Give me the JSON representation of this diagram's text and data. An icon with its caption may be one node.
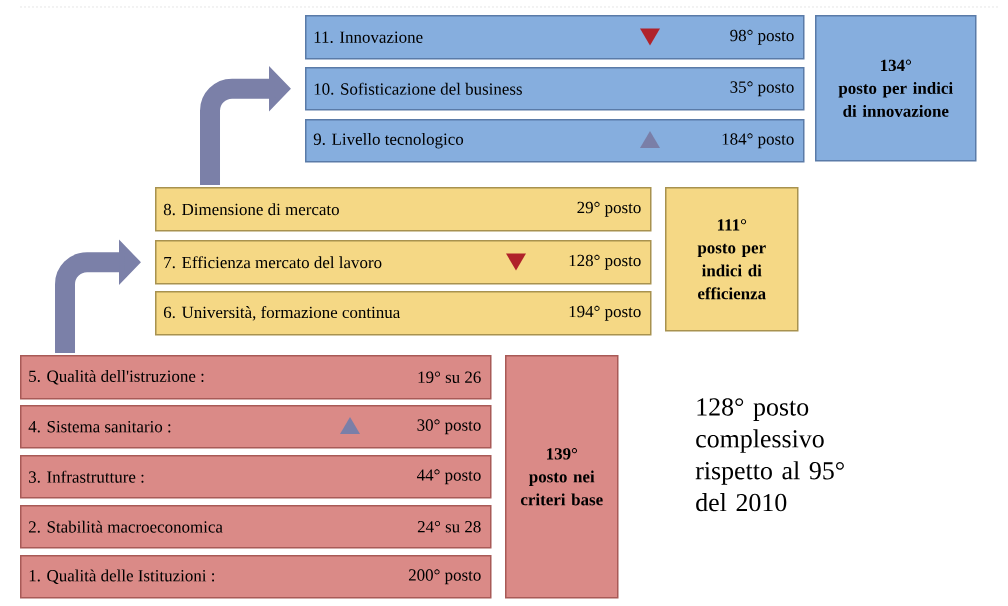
{
  "diagram": {
    "nodes": [
      {
        "text": [
          "11. Innovazione",
          "98° posto"
        ]
      },
      {
        "text": [
          "10. Sofisticazione del business",
          "35° posto"
        ]
      },
      {
        "text": [
          "9. Livello tecnologico",
          "184° posto"
        ]
      },
      {
        "text": [
          "134°",
          "posto per indici di innovazione"
        ]
      },
      {
        "text": [
          "8. Dimensione di mercato",
          "29° posto"
        ]
      },
      {
        "text": [
          "7. Efficienza mercato del lavoro",
          "128° posto"
        ]
      },
      {
        "text": [
          "6. Università, formazione continua",
          "194° posto"
        ]
      },
      {
        "text": [
          "111°",
          "posto per indici di efficienza"
        ]
      },
      {
        "text": [
          "5. Qualità dell'istruzione :",
          "19° su 26"
        ]
      },
      {
        "text": [
          "4. Sistema sanitario :",
          "30° posto"
        ]
      },
      {
        "text": [
          "3. Infrastrutture :",
          "44° posto"
        ]
      },
      {
        "text": [
          "2. Stabilità macroeconomica",
          "24° su 28"
        ]
      },
      {
        "text": [
          "1. Qualità delle Istituzioni :",
          "200° posto"
        ]
      },
      {
        "text": [
          "139°",
          "posto nei criteri base"
        ]
      }
    ],
    "edges": [
      {
        "from": 8,
        "to": 5,
        "arrow": "to"
      },
      {
        "from": 4,
        "to": 1,
        "arrow": "to"
      }
    ],
    "labels": [
      "128° posto complessivo rispetto al 95° del 2010"
    ]
  }
}
